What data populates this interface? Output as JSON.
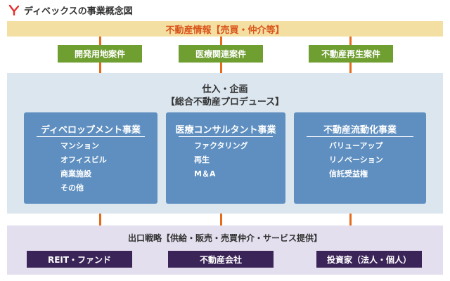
{
  "title": "ディベックスの事業概念図",
  "top_bar": "不動産情報【売買・仲介等】",
  "categories": [
    "開発用地案件",
    "医療関連案件",
    "不動産再生案件"
  ],
  "center": {
    "line1": "仕入・企画",
    "line2": "【総合不動産プロデュース】"
  },
  "business_boxes": [
    {
      "title": "ディベロップメント事業",
      "items": [
        "マンション",
        "オフィスビル",
        "商業施設",
        "その他"
      ]
    },
    {
      "title": "医療コンサルタント事業",
      "items": [
        "ファクタリング",
        "再生",
        "M＆A"
      ]
    },
    {
      "title": "不動産流動化事業",
      "items": [
        "バリューアップ",
        "リノベーション",
        "信託受益権"
      ]
    }
  ],
  "exit": {
    "title": "出口戦略【供給・販売・売買仲介・サービス提供】",
    "items": [
      "REIT・ファンド",
      "不動産会社",
      "投資家（法人・個人）"
    ]
  },
  "colors": {
    "accent_orange": "#e66a1c",
    "green": "#6f9e31",
    "blue": "#5e8fc0",
    "purple": "#3b2458"
  }
}
